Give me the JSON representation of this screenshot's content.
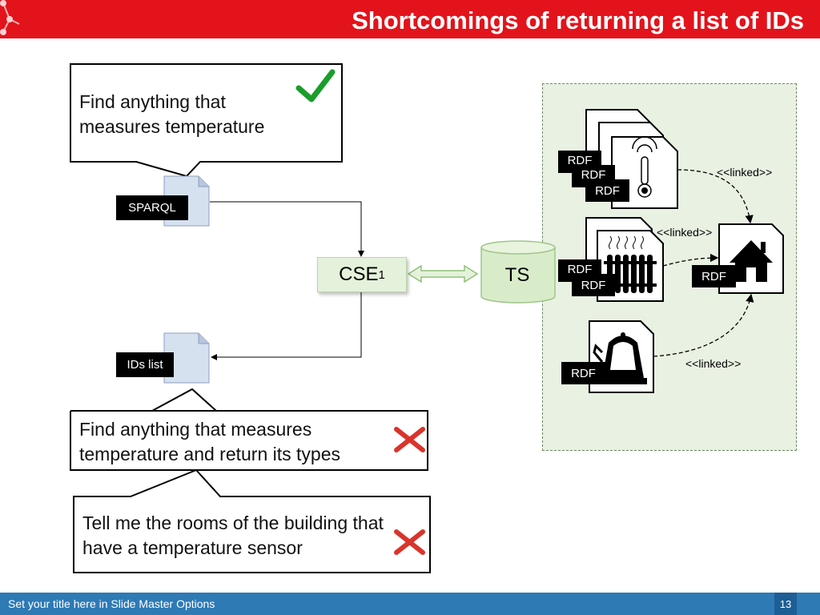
{
  "header": {
    "title": "Shortcomings of returning a list of IDs"
  },
  "callouts": {
    "top": {
      "line1": "Find anything that",
      "line2": "measures temperature"
    },
    "middle": {
      "line1": "Find anything that measures",
      "line2": "temperature and return its types"
    },
    "bottom": {
      "line1": "Tell me the rooms of the building that",
      "line2": "have a temperature sensor"
    }
  },
  "docs": {
    "sparql": "SPARQL",
    "ids_list": "IDs list"
  },
  "cse": {
    "label": "CSE",
    "subscript": "1"
  },
  "ts": {
    "label": "TS"
  },
  "rdf": {
    "label": "RDF"
  },
  "linked": {
    "label": "<<linked>>"
  },
  "footer": {
    "text": "Set your title here in Slide Master Options",
    "page": "13"
  },
  "colors": {
    "header": "#e3131b",
    "footer": "#2e7ab5",
    "check": "#1a9e2a",
    "cross": "#d9342b",
    "panel": "#e8f1e2"
  }
}
